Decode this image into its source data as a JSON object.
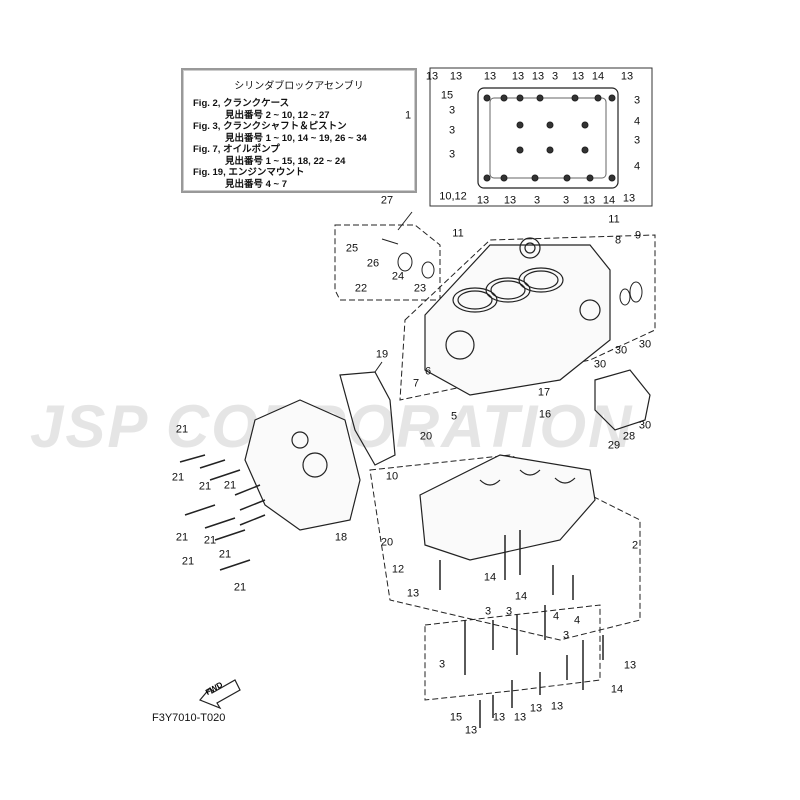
{
  "watermark": "JSP CORPORATION",
  "diagram_code": "F3Y7010-T020",
  "fwd_label": "FWD",
  "legend": {
    "title": "シリンダブロックアセンブリ",
    "lines": [
      {
        "fig": "Fig. 2, クランクケース",
        "refs": "見出番号 2 ~ 10, 12 ~ 27"
      },
      {
        "fig": "Fig. 3, クランクシャフト＆ピストン",
        "refs": "見出番号 1 ~ 10, 14 ~ 19, 26 ~ 34"
      },
      {
        "fig": "Fig. 7, オイルポンプ",
        "refs": "見出番号 1 ~ 15, 18, 22 ~ 24"
      },
      {
        "fig": "Fig. 19, エンジンマウント",
        "refs": "見出番号 4 ~ 7"
      }
    ]
  },
  "callouts": [
    "1",
    "13",
    "13",
    "13",
    "13",
    "13",
    "3",
    "13",
    "14",
    "13",
    "15",
    "3",
    "3",
    "3",
    "3",
    "4",
    "3",
    "4",
    "10,12",
    "13",
    "13",
    "3",
    "3",
    "13",
    "14",
    "13",
    "27",
    "25",
    "26",
    "24",
    "22",
    "23",
    "11",
    "11",
    "8",
    "9",
    "19",
    "7",
    "6",
    "5",
    "30",
    "30",
    "30",
    "17",
    "16",
    "28",
    "30",
    "29",
    "21",
    "21",
    "21",
    "21",
    "21",
    "21",
    "21",
    "21",
    "21",
    "20",
    "10",
    "18",
    "20",
    "12",
    "2",
    "14",
    "13",
    "14",
    "4",
    "4",
    "3",
    "3",
    "3",
    "3",
    "13",
    "14",
    "13",
    "13",
    "13",
    "13",
    "15",
    "13"
  ]
}
